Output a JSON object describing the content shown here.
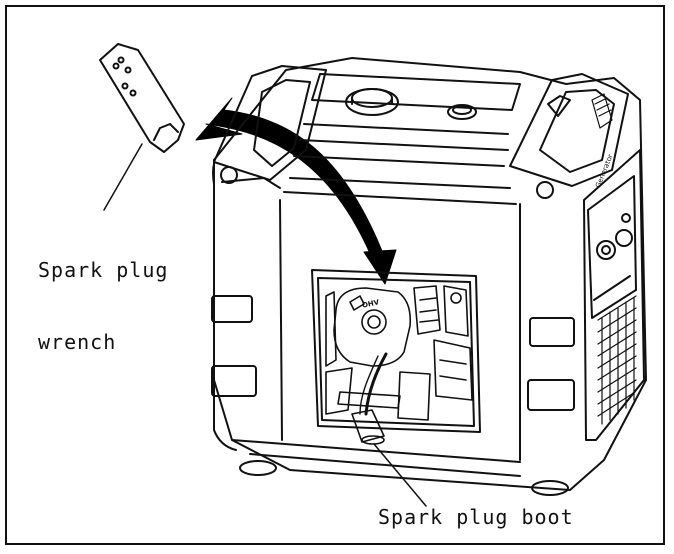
{
  "labels": {
    "wrench_line1": "Spark plug",
    "wrench_line2": "wrench",
    "boot": "Spark plug boot"
  },
  "control_panel": {
    "brand_text": "Generator",
    "engine_tag": "OHV"
  },
  "colors": {
    "ink": "#111111",
    "paper": "#ffffff",
    "arrow_fill": "#000000"
  }
}
